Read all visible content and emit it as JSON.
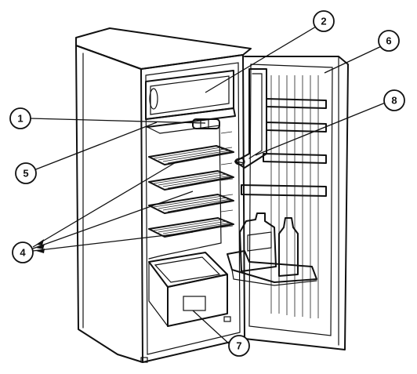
{
  "diagram": {
    "callouts": [
      {
        "id": "c1",
        "label": "1"
      },
      {
        "id": "c2",
        "label": "2"
      },
      {
        "id": "c4",
        "label": "4"
      },
      {
        "id": "c5",
        "label": "5"
      },
      {
        "id": "c6",
        "label": "6"
      },
      {
        "id": "c7",
        "label": "7"
      },
      {
        "id": "c8",
        "label": "8"
      }
    ],
    "colors": {
      "ink": "#111111",
      "paper": "#ffffff"
    }
  }
}
